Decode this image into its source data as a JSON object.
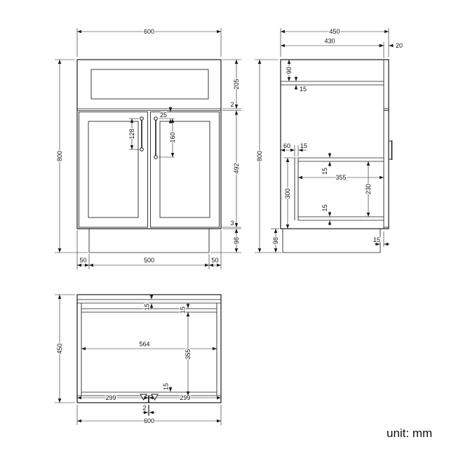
{
  "unit_label": "unit: mm",
  "colors": {
    "ink": "#1a1a1a",
    "background": "#ffffff"
  },
  "front": {
    "width": "600",
    "height": "800",
    "drawer_h": "205",
    "gap_top": "2",
    "door_h": "492",
    "gap_bottom": "3",
    "plinth_h": "98",
    "handle_offset": "25",
    "handle_left": "128",
    "handle_right": "160",
    "inset_left": "50",
    "plinth_w": "500",
    "inset_right": "50"
  },
  "side": {
    "depth": "450",
    "carcass_depth": "430",
    "door_t": "20",
    "height": "800",
    "rail_h": "90",
    "rail_t": "15",
    "back_gap": "60",
    "back_t": "15",
    "shelf_t": "15",
    "shelf_d": "355",
    "comp_h": "230",
    "bottom_t": "15",
    "lower_h": "300",
    "plinth_h": "98",
    "plinth_recess": "15"
  },
  "top": {
    "depth": "450",
    "width": "600",
    "back_t": "15",
    "rail_t": "15",
    "inner_w": "564",
    "inner_d": "355",
    "front_t": "15",
    "door_left": "299",
    "gap": "2",
    "door_right": "299"
  }
}
